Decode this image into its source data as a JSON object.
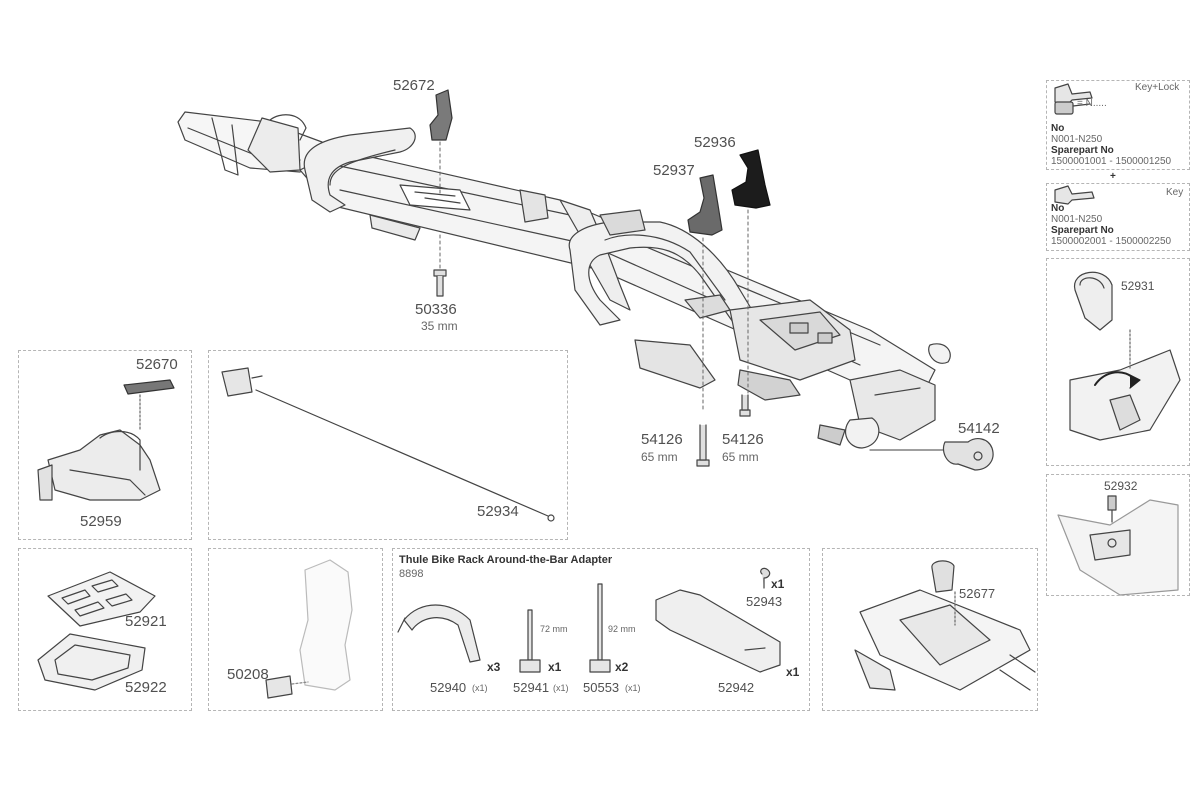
{
  "main_parts": {
    "p52672": "52672",
    "p50336": "50336",
    "p50336_len": "35 mm",
    "p52937": "52937",
    "p52936": "52936",
    "p54126a": "54126",
    "p54126a_len": "65 mm",
    "p54126b": "54126",
    "p54126b_len": "65 mm",
    "p54142": "54142"
  },
  "panels": {
    "wheel_holder": {
      "p52670": "52670",
      "p52959": "52959"
    },
    "cable": {
      "p52934": "52934"
    },
    "plates": {
      "p52921": "52921",
      "p52922": "52922"
    },
    "arm": {
      "p50208": "50208"
    },
    "adapter": {
      "title": "Thule Bike Rack Around-the-Bar Adapter",
      "code": "8898",
      "p52943": "52943",
      "p52943_qty": "x1",
      "p52940": "52940",
      "p52940_qty": "x3",
      "p52940_note": "(x1)",
      "p52941": "52941",
      "p52941_qty": "x1",
      "p52941_note": "(x1)",
      "p52941_len": "72 mm",
      "p50553": "50553",
      "p50553_qty": "x2",
      "p50553_note": "(x1)",
      "p50553_len": "92 mm",
      "p52942": "52942",
      "p52942_qty": "x1"
    },
    "mount": {
      "p52677": "52677"
    }
  },
  "side": {
    "keylock": {
      "title": "Key+Lock",
      "equals": "= N.....",
      "no_label": "No",
      "no_range": "N001-N250",
      "spare_label": "Sparepart No",
      "spare_range": "1500001001 - 1500001250",
      "plus": "+"
    },
    "key": {
      "title": "Key",
      "no_label": "No",
      "no_range": "N001-N250",
      "spare_label": "Sparepart No",
      "spare_range": "1500002001 - 1500002250"
    },
    "p52931": "52931",
    "p52932": "52932"
  }
}
